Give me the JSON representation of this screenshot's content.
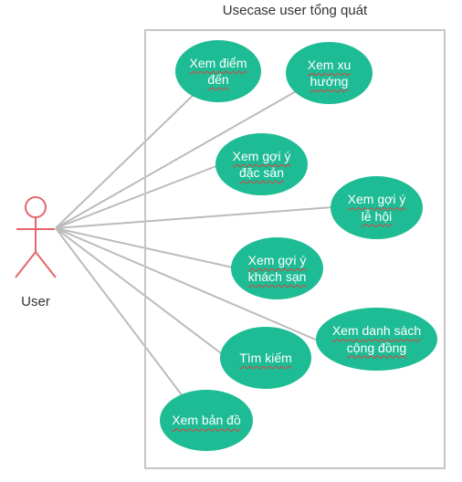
{
  "diagram": {
    "title": "Usecase user tổng quát",
    "actor": {
      "label": "User",
      "color": "#e5666d"
    },
    "usecase_color": "#1ebc94",
    "line_color": "#bbbbbb",
    "usecases": [
      {
        "id": "xem-diem-den",
        "label": "Xem điểm đến"
      },
      {
        "id": "xem-xu-huong",
        "label": "Xem xu hướng"
      },
      {
        "id": "xem-goi-y-dac-san",
        "label": "Xem gợi ý đặc sản"
      },
      {
        "id": "xem-goi-y-le-hoi",
        "label": "Xem gợi ý lễ hội"
      },
      {
        "id": "xem-goi-y-khach-san",
        "label": "Xem gợi ý khách sạn"
      },
      {
        "id": "xem-danh-sach-cong-dong",
        "label": "Xem danh sách cộng đồng"
      },
      {
        "id": "tim-kiem",
        "label": "Tìm kiếm"
      },
      {
        "id": "xem-ban-do",
        "label": "Xem bản đồ"
      }
    ]
  }
}
